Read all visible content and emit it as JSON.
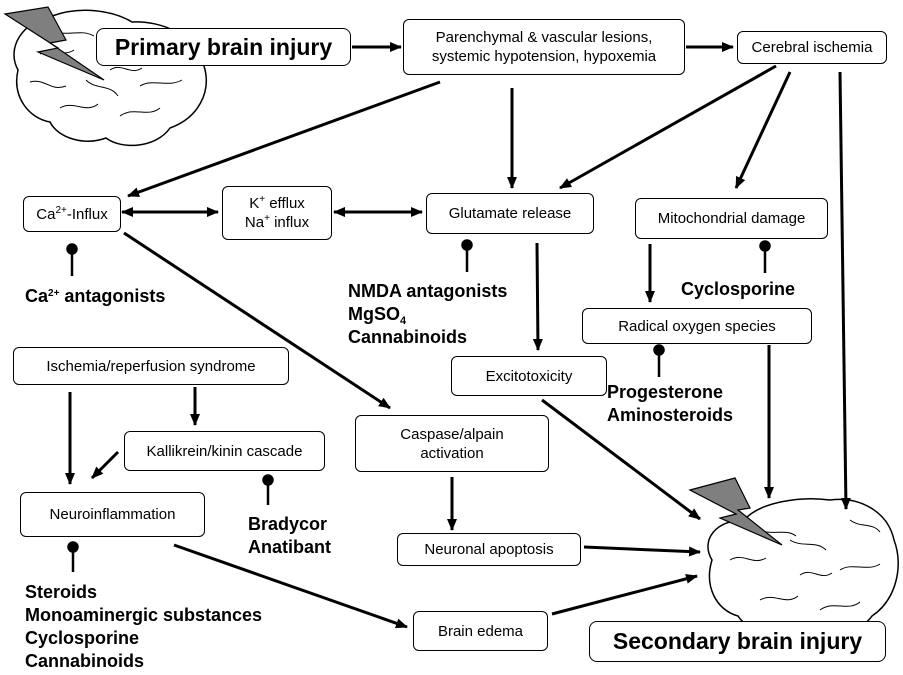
{
  "colors": {
    "stroke": "#000000",
    "bolt_fill": "#7f7f7f",
    "background": "#ffffff"
  },
  "icons": {
    "brain_top": "brain-icon",
    "lightning_top": "lightning-bolt-icon",
    "brain_bottom": "brain-icon",
    "lightning_bottom": "lightning-bolt-icon"
  },
  "nodes": {
    "primary": "Primary brain injury",
    "lesions": [
      "Parenchymal & vascular lesions,",
      "systemic hypotension, hypoxemia"
    ],
    "ischemia": "Cerebral ischemia",
    "ca_influx": {
      "pre": "Ca",
      "sup": "2+",
      "post": "-Influx"
    },
    "k_efflux": {
      "pre": "K",
      "sup": "+",
      "post": " efflux"
    },
    "na_influx": {
      "pre": "Na",
      "sup": "+",
      "post": " influx"
    },
    "glutamate": "Glutamate release",
    "mito": "Mitochondrial damage",
    "radical": "Radical oxygen species",
    "excito": "Excitotoxicity",
    "reperfusion": "Ischemia/reperfusion syndrome",
    "kallikrein": "Kallikrein/kinin cascade",
    "caspase": [
      "Caspase/alpain",
      "activation"
    ],
    "neuroinflammation": "Neuroinflammation",
    "apoptosis": "Neuronal apoptosis",
    "edema": "Brain edema",
    "secondary": "Secondary brain injury"
  },
  "drugs": {
    "ca_antagonists": {
      "pre": "Ca",
      "sup": "2+",
      "post": " antagonists"
    },
    "nmda": "NMDA antagonists",
    "mgso4": {
      "pre": "MgSO",
      "sub": "4"
    },
    "cannabinoids_nmda": "Cannabinoids",
    "cyclosporine_mito": "Cyclosporine",
    "progesterone": "Progesterone",
    "aminosteroids": "Aminosteroids",
    "bradycor": "Bradycor",
    "anatibant": "Anatibant",
    "steroids": "Steroids",
    "monoaminergic": "Monoaminergic substances",
    "cyclosporine_inflam": "Cyclosporine",
    "cannabinoids_inflam": "Cannabinoids"
  }
}
